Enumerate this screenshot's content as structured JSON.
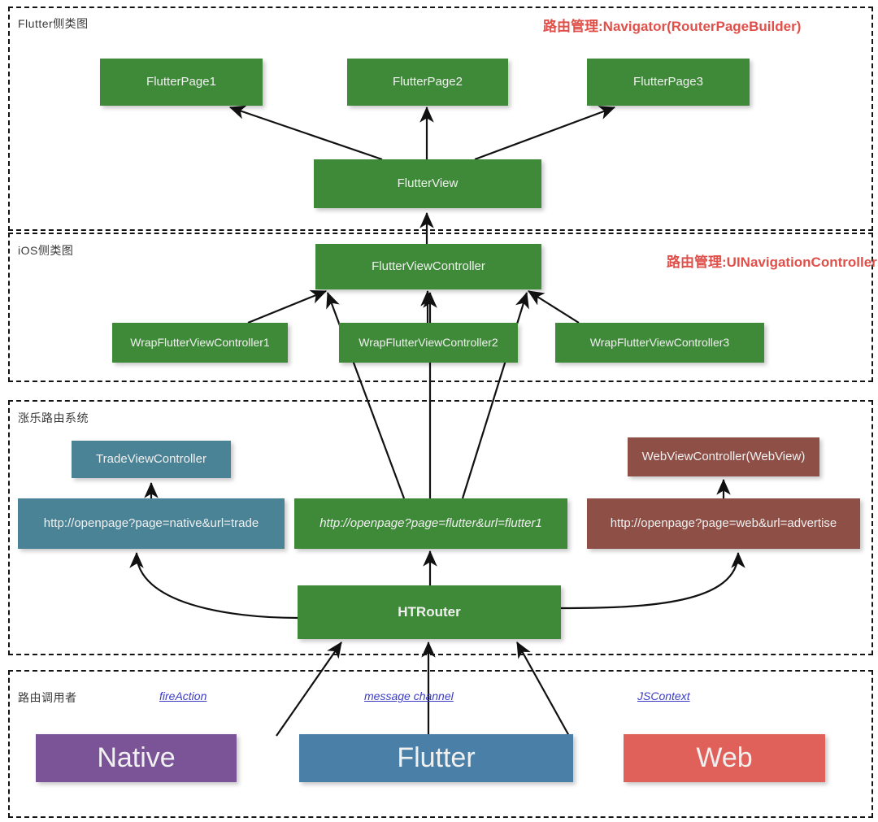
{
  "sections": [
    {
      "id": "flutter-side",
      "label": "Flutter侧类图",
      "note": "路由管理:Navigator(RouterPageBuilder)"
    },
    {
      "id": "ios-side",
      "label": "iOS侧类图",
      "note": "路由管理:UINavigationController"
    },
    {
      "id": "router-system",
      "label": "涨乐路由系统",
      "note": ""
    },
    {
      "id": "router-callers",
      "label": "路由调用者",
      "note": ""
    }
  ],
  "nodes": {
    "flutter_page_1": "FlutterPage1",
    "flutter_page_2": "FlutterPage2",
    "flutter_page_3": "FlutterPage3",
    "flutter_view": "FlutterView",
    "flutter_view_controller": "FlutterViewController",
    "wrap_fvc_1": "WrapFlutterViewController1",
    "wrap_fvc_2": "WrapFlutterViewController2",
    "wrap_fvc_3": "WrapFlutterViewController3",
    "trade_view_controller": "TradeViewController",
    "web_view_controller": "WebViewController(WebView)",
    "url_native": "http://openpage?page=native&url=trade",
    "url_flutter": "http://openpage?page=flutter&url=flutter1",
    "url_web": "http://openpage?page=web&url=advertise",
    "ht_router": "HTRouter",
    "caller_native": "Native",
    "caller_flutter": "Flutter",
    "caller_web": "Web"
  },
  "caller_links": {
    "native": "fireAction",
    "flutter": "message channel",
    "web": "JSContext"
  },
  "colors": {
    "green": "#3f8a39",
    "teal": "#4a8395",
    "maroon": "#8e4f47",
    "purple": "#7b5498",
    "blue": "#4a7fa8",
    "salmon": "#e0605a",
    "note_red": "#e0504a",
    "link_blue": "#3b3bc4",
    "frame": "#141414"
  }
}
